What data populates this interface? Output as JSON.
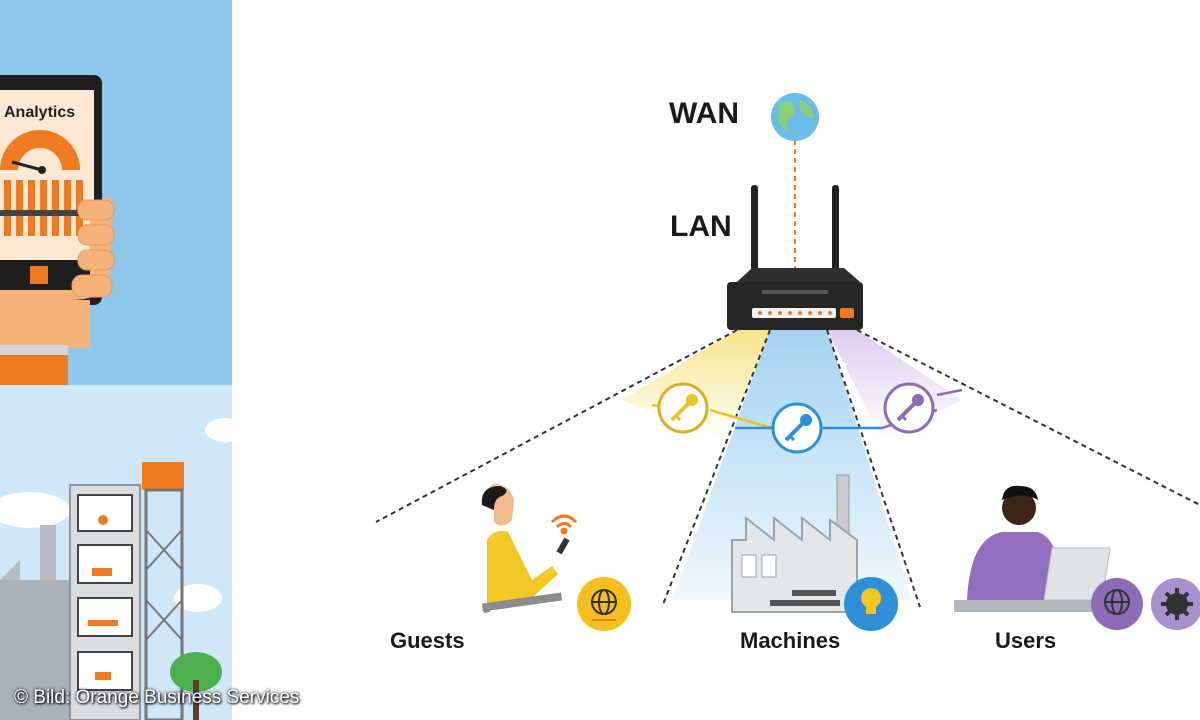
{
  "network": {
    "wan_label": "WAN",
    "lan_label": "LAN",
    "segments": [
      {
        "label": "Guests",
        "color": "#e8c22a"
      },
      {
        "label": "Machines",
        "color": "#2f8fd6"
      },
      {
        "label": "Users",
        "color": "#8d6bb8"
      }
    ]
  },
  "left_panel": {
    "analytics_label": "Analytics"
  },
  "credit": "© Bild: Orange Business Services",
  "colors": {
    "accent_orange": "#ef7a22",
    "sky_blue": "#8fc8ea",
    "key_yellow": "#e8c22a",
    "key_blue": "#2f8fd6",
    "key_purple": "#8d6bb8"
  }
}
